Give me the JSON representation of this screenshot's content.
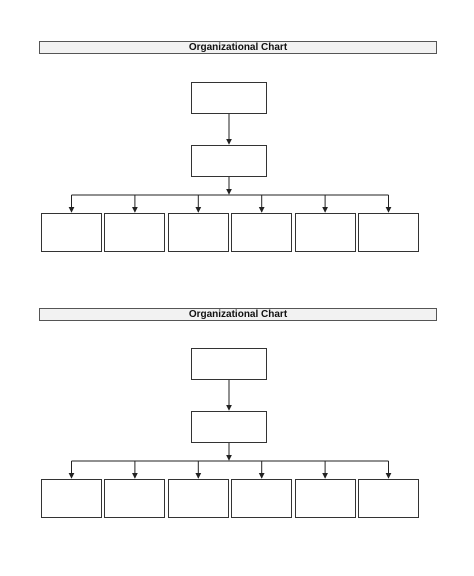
{
  "charts": [
    {
      "id": "top",
      "title": "Organizational Chart",
      "levels": [
        1,
        1,
        6
      ]
    },
    {
      "id": "bottom",
      "title": "Organizational Chart",
      "levels": [
        1,
        1,
        6
      ]
    }
  ],
  "colors": {
    "title_background": "#f2f2f2",
    "border": "#333333",
    "line": "#222222"
  }
}
